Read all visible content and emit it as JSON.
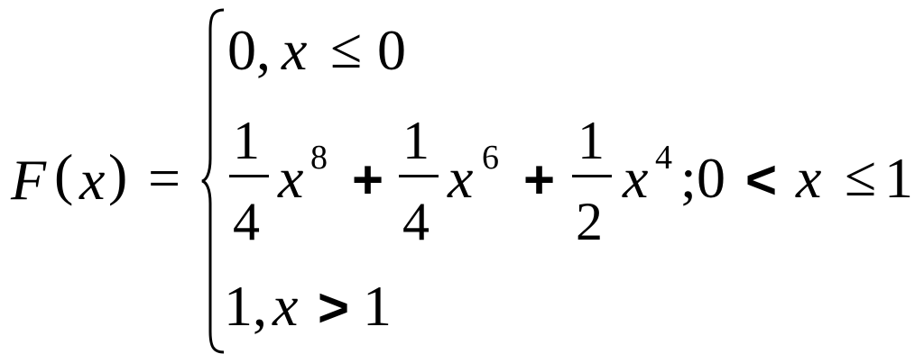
{
  "lhs": {
    "func": "F",
    "open_paren": "(",
    "var": "x",
    "close_paren": ")",
    "equals": "="
  },
  "case1": {
    "value": "0,",
    "var": "x",
    "relation": "≤",
    "bound": "0"
  },
  "case2": {
    "frac1_num": "1",
    "frac1_den": "4",
    "term1_var": "x",
    "term1_exp": "8",
    "plus1": "+",
    "frac2_num": "1",
    "frac2_den": "4",
    "term2_var": "x",
    "term2_exp": "6",
    "plus2": "+",
    "frac3_num": "1",
    "frac3_den": "2",
    "term3_var": "x",
    "term3_exp": "4",
    "separator": ";",
    "lower": "0",
    "lt": "<",
    "var": "x",
    "relation": "≤",
    "upper": "1"
  },
  "case3": {
    "value": "1,",
    "var": "x",
    "gt": ">",
    "bound": "1"
  }
}
